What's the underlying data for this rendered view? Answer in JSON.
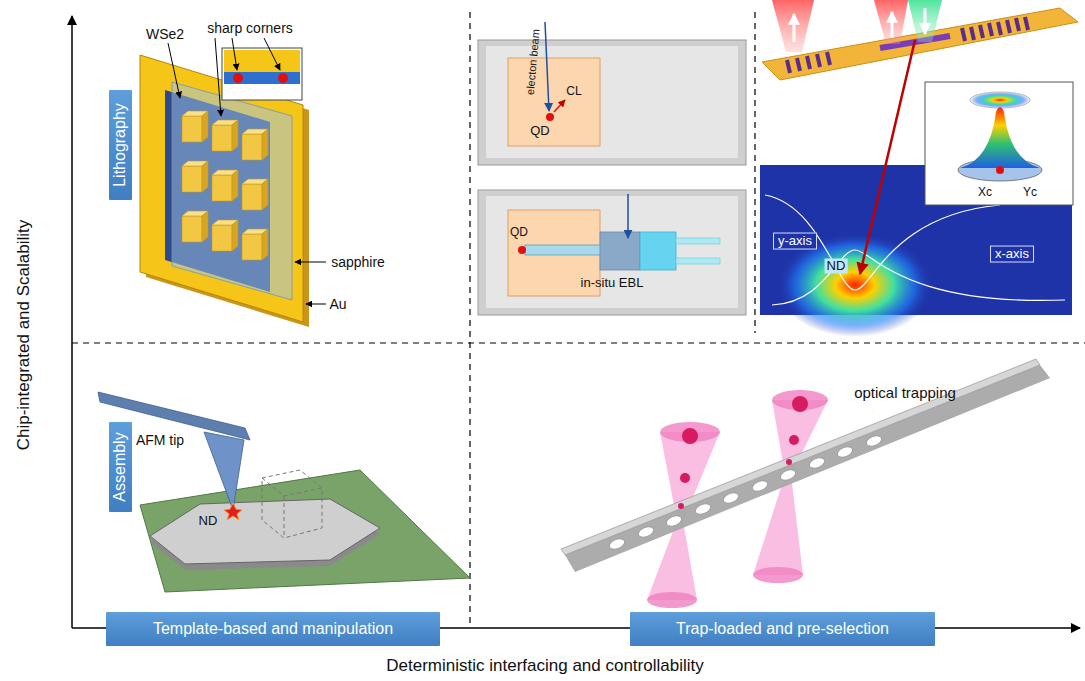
{
  "diagram": {
    "nodes": [
      {
        "text": [
          "Lithography"
        ]
      },
      {
        "text": [
          "Assembly"
        ]
      },
      {
        "text": [
          "Template-based and manipulation"
        ]
      },
      {
        "text": [
          "Trap-loaded and pre-selection"
        ]
      }
    ],
    "labels": [
      "sharp corners",
      "WSe2",
      "sapphire",
      "Au",
      "electon beam",
      "CL",
      "QD",
      "QD",
      "in-situ EBL",
      "y-axis",
      "x-axis",
      "ND",
      "Xc",
      "Yc",
      "AFM tip",
      "ND",
      "optical trapping",
      "Chip-integrated and Scalability",
      "Deterministic interfacing and controllability"
    ]
  }
}
